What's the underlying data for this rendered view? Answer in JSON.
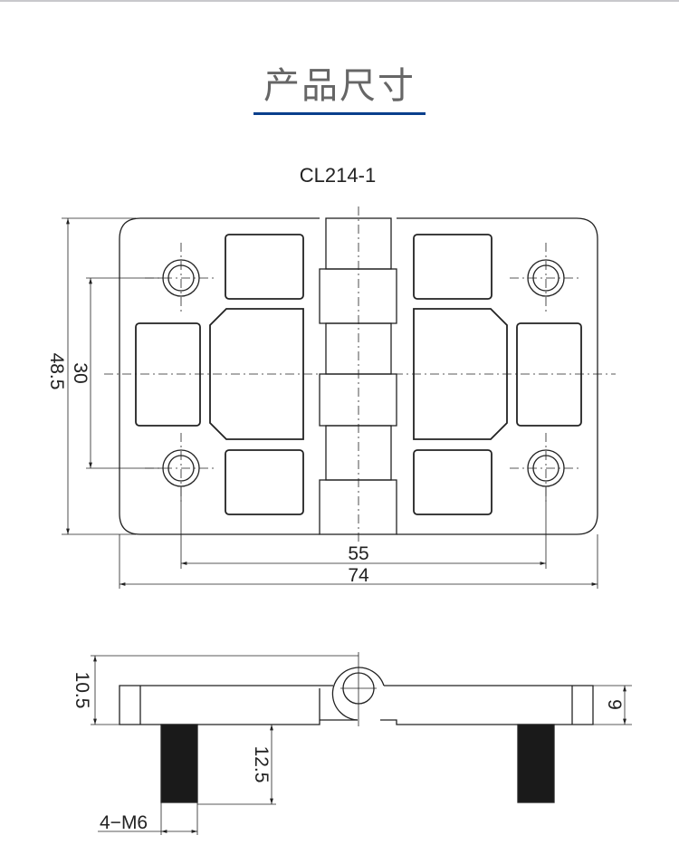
{
  "header": {
    "title": "产品尺寸",
    "accent_color": "#0a3f8c"
  },
  "drawing": {
    "model": "CL214-1",
    "top_view": {
      "height_overall": "48.5",
      "hole_spacing_vertical": "30",
      "hole_spacing_horizontal": "55",
      "width_overall": "74"
    },
    "side_view": {
      "total_thickness": "10.5",
      "plate_thickness": "9",
      "stud_length": "12.5",
      "stud_spec": "4−M6"
    }
  }
}
